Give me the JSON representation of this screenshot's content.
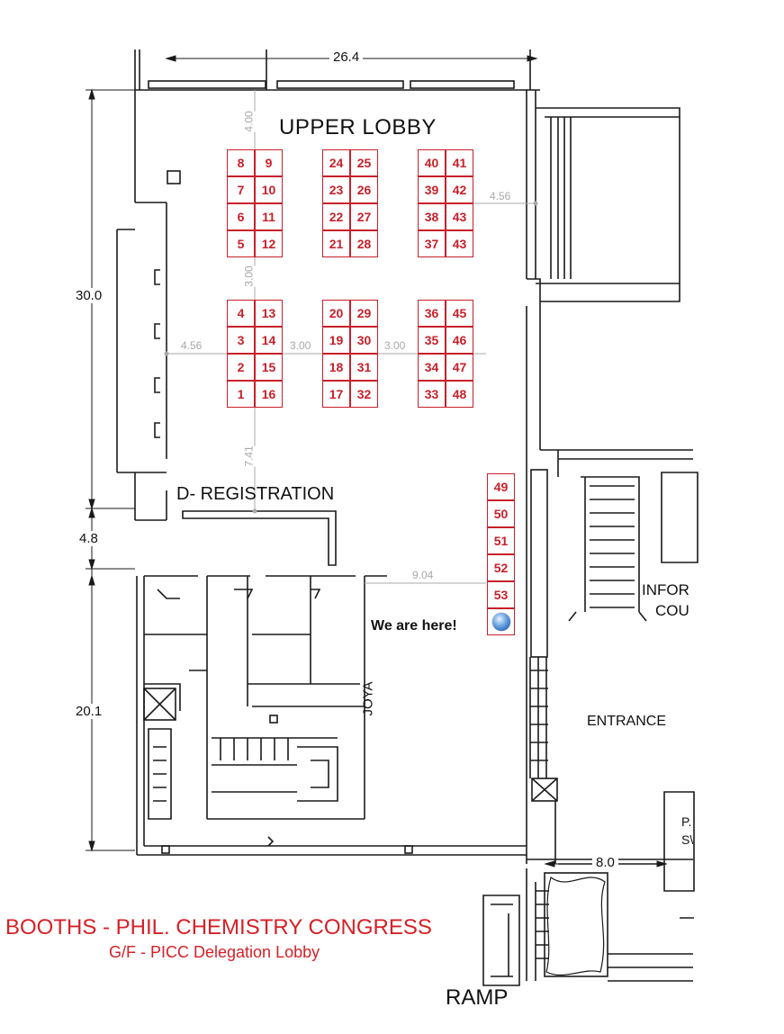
{
  "dimensions": {
    "top_width": "26.4",
    "left_upper_height": "30.0",
    "left_mid_height": "4.8",
    "left_lower_height": "20.1",
    "ramp_width": "8.0"
  },
  "guide_dimensions": {
    "top_vertical": "4.00",
    "upper_right": "4.56",
    "mid_vertical": "3.00",
    "mid_left": "4.56",
    "mid_gap_1": "3.00",
    "mid_gap_2": "3.00",
    "lower_vertical": "7.41",
    "to_booth_53": "9.04"
  },
  "labels": {
    "upper_lobby": "UPPER LOBBY",
    "registration": "D- REGISTRATION",
    "we_are_here": "We are here!",
    "joya": "JOYA",
    "entrance": "ENTRANCE",
    "info_line1": "INFOR",
    "info_line2": "COU",
    "side_line1": "P.",
    "side_line2": "S\\",
    "ramp": "RAMP"
  },
  "footer": {
    "title": "BOOTHS - PHIL. CHEMISTRY CONGRESS",
    "subtitle": "G/F - PICC Delegation Lobby"
  },
  "booths": {
    "b1": "1",
    "b2": "2",
    "b3": "3",
    "b4": "4",
    "b5": "5",
    "b6": "6",
    "b7": "7",
    "b8": "8",
    "b9": "9",
    "b10": "10",
    "b11": "11",
    "b12": "12",
    "b13": "13",
    "b14": "14",
    "b15": "15",
    "b16": "16",
    "b17": "17",
    "b18": "18",
    "b19": "19",
    "b20": "20",
    "b21": "21",
    "b22": "22",
    "b23": "23",
    "b24": "24",
    "b25": "25",
    "b26": "26",
    "b27": "27",
    "b28": "28",
    "b29": "29",
    "b30": "30",
    "b31": "31",
    "b32": "32",
    "b33": "33",
    "b34": "34",
    "b35": "35",
    "b36": "36",
    "b37": "37",
    "b38": "38",
    "b39": "39",
    "b40": "40",
    "b41": "41",
    "b42": "42",
    "b43a": "43",
    "b43b": "43",
    "b45": "45",
    "b46": "46",
    "b47": "47",
    "b48": "48",
    "b49": "49",
    "b50": "50",
    "b51": "51",
    "b52": "52",
    "b53": "53"
  },
  "colors": {
    "booth_red": "#c8202a",
    "title_red": "#d62027",
    "wall": "#1a1a1a",
    "guide_gray": "#a8a8a8",
    "marker_blue": "#2e6fc0"
  }
}
